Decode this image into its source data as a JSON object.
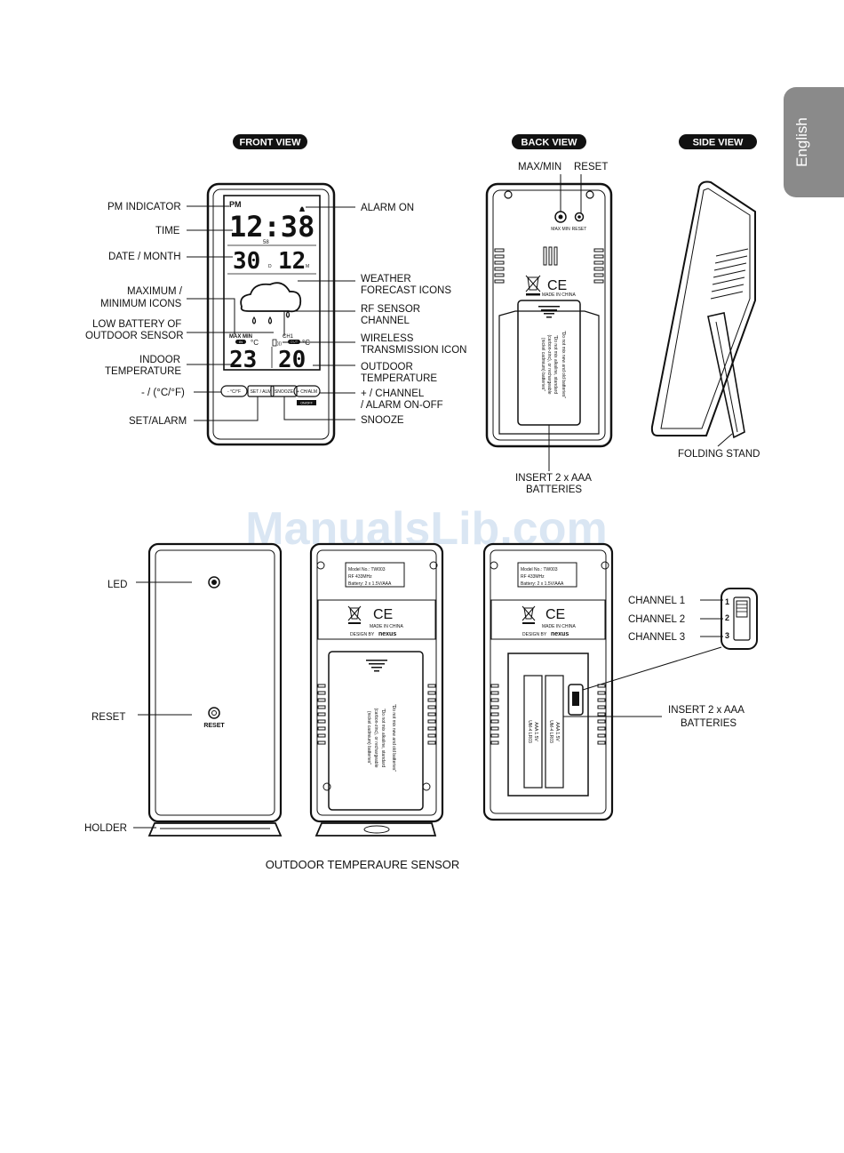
{
  "tab": {
    "language": "English"
  },
  "views": {
    "front": "FRONT VIEW",
    "back": "BACK VIEW",
    "side": "SIDE VIEW"
  },
  "front_labels": {
    "pm_indicator": "PM INDICATOR",
    "time": "TIME",
    "date_month": "DATE / MONTH",
    "max_min_l1": "MAXIMUM /",
    "max_min_l2": "MINIMUM ICONS",
    "low_batt_l1": "LOW BATTERY OF",
    "low_batt_l2": "OUTDOOR SENSOR",
    "indoor_l1": "INDOOR",
    "indoor_l2": "TEMPERATURE",
    "minus_cf": "- / (°C/°F)",
    "set_alarm": "SET/ALARM",
    "alarm_on": "ALARM ON",
    "weather_l1": "WEATHER",
    "weather_l2": "FORECAST ICONS",
    "rf_l1": "RF SENSOR",
    "rf_l2": "CHANNEL",
    "wireless_l1": "WIRELESS",
    "wireless_l2": "TRANSMISSION ICON",
    "outdoor_l1": "OUTDOOR",
    "outdoor_l2": "TEMPERATURE",
    "plus_l1": "+ / CHANNEL",
    "plus_l2": "/ ALARM ON-OFF",
    "snooze": "SNOOZE"
  },
  "lcd": {
    "pm": "PM",
    "time": "12:38",
    "seconds": "58",
    "day": "30",
    "day_unit": "D",
    "month": "12",
    "month_unit": "M",
    "max_min": "MAX MIN",
    "ch": "CH1",
    "deg_c": "°C",
    "in_badge": "IN",
    "out_badge": "OUT",
    "indoor_temp": "23",
    "outdoor_temp": "20",
    "btn_minus": "- °C/°F",
    "btn_set": "SET / ALM",
    "btn_snooze": "SNOOZE",
    "btn_plus": "+ CH/ALM",
    "bottom_mark": "ON/OFF"
  },
  "back_labels": {
    "max_min": "MAX/MIN",
    "reset": "RESET",
    "btn_max": "MAX MIN",
    "btn_reset": "RESET",
    "insert_l1": "INSERT 2 x AAA",
    "insert_l2": "BATTERIES",
    "made_in": "MADE IN CHINA",
    "ce": "CE",
    "batt_note_l1": "\"Do not mix new and old batteries\"",
    "batt_note_l2": "\"Do not mix alkaline, standard",
    "batt_note_l3": "(carbon-zinc), or rechargeable",
    "batt_note_l4": "(nickel cadmium) batteries\""
  },
  "side_labels": {
    "folding_stand": "FOLDING STAND"
  },
  "watermark": "ManualsLib.com",
  "sensor_labels": {
    "led": "LED",
    "reset": "RESET",
    "holder": "HOLDER",
    "reset_mark": "RESET",
    "channel_1": "CHANNEL 1",
    "channel_2": "CHANNEL 2",
    "channel_3": "CHANNEL 3",
    "ch_num_1": "1",
    "ch_num_2": "2",
    "ch_num_3": "3",
    "insert_l1": "INSERT 2 x AAA",
    "insert_l2": "BATTERIES",
    "caption": "OUTDOOR TEMPERAURE SENSOR"
  },
  "model_label": {
    "model": "Model No.: TW003",
    "rf": "RF 433MHz",
    "battery": "Battery: 2 x 1.5V/AAA",
    "made_in": "MADE IN CHINA",
    "design_by": "DESIGN BY",
    "brand": "nexus",
    "ce": "CE"
  },
  "aaa_cell": {
    "l1": "AAA 1.5V",
    "l2": "UM-4 LR03"
  }
}
